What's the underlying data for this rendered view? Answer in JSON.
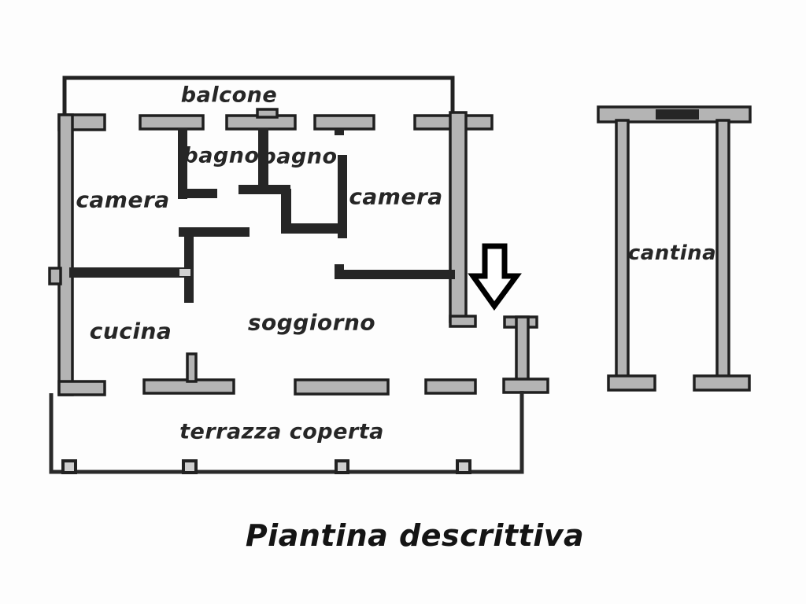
{
  "title": {
    "text": "Piantina descrittiva"
  },
  "floor_plan": {
    "rooms": [
      {
        "id": "balcone",
        "label": "balcone"
      },
      {
        "id": "bagno-1",
        "label": "bagno"
      },
      {
        "id": "bagno-2",
        "label": "bagno"
      },
      {
        "id": "camera-left",
        "label": "camera"
      },
      {
        "id": "camera-right",
        "label": "camera"
      },
      {
        "id": "cantina",
        "label": "cantina"
      },
      {
        "id": "cucina",
        "label": "cucina"
      },
      {
        "id": "soggiorno",
        "label": "soggiorno"
      },
      {
        "id": "terrazza",
        "label": "terrazza coperta"
      }
    ],
    "icons": {
      "entrance_arrow": "arrow-down"
    },
    "colors": {
      "wall_fill": "#b4b4b4",
      "wall_outline": "#1f1f1f",
      "interior_wall": "#262626",
      "text": "#262626",
      "background": "#fdfdfd",
      "arrow_fill": "#ffffff",
      "arrow_outline": "#000000"
    }
  }
}
